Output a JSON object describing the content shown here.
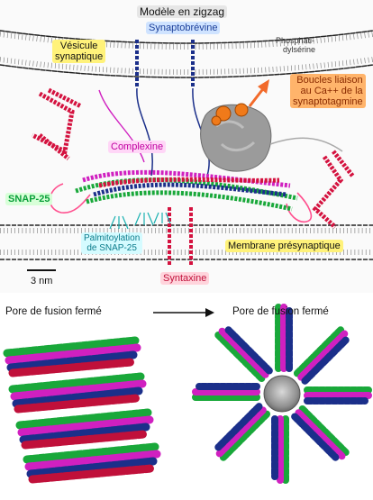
{
  "labels": {
    "title": "Modèle en zigzag",
    "synaptobrevine": "Synaptobrévine",
    "vesicule_line1": "Vésicule",
    "vesicule_line2": "synaptique",
    "phosphatidyl_line1": "Phosphati-",
    "phosphatidyl_line2": "dylsérine",
    "boucles_line1": "Boucles liaison",
    "boucles_line2": "au Ca++ de la",
    "boucles_line3": "synaptotagmine",
    "complexine": "Complexine",
    "snap25": "SNAP-25",
    "palm_line1": "Palmitoylation",
    "palm_line2": "de SNAP-25",
    "membrane": "Membrane présynaptique",
    "syntaxine": "Syntaxine",
    "scale": "3 nm",
    "pore_left": "Pore de fusion fermé",
    "pore_right": "Pore de fusion fermé"
  },
  "colors": {
    "synaptobrevin": "#1b2f8a",
    "snap25": "#19a83a",
    "syntaxin": "#d4123f",
    "complexin": "#d020c0",
    "synaptotagmin": "#9a9a9a",
    "ca_loops": "#f07a1a",
    "arrow": "#f26a2a"
  }
}
